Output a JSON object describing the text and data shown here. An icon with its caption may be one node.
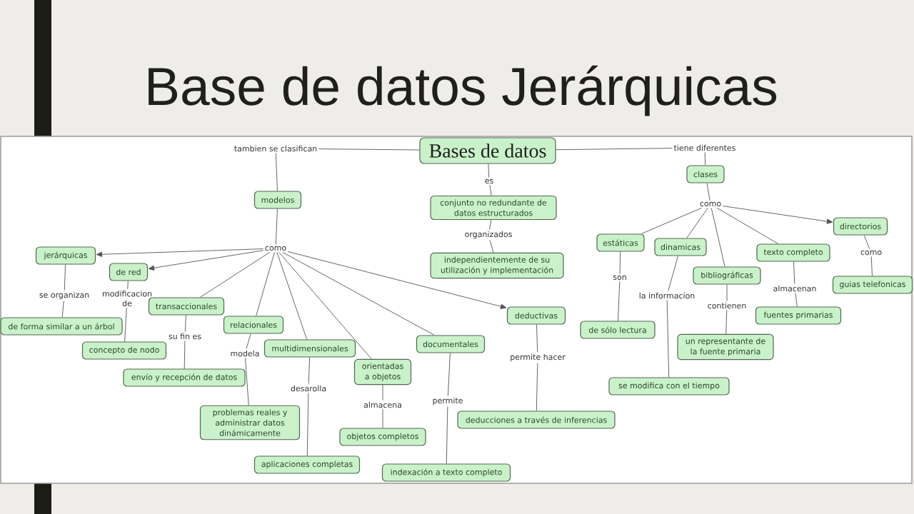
{
  "diagram": {
    "title": "Base de datos Jerárquicas",
    "nodes": [
      {
        "text": [
          "Bases de datos"
        ]
      },
      {
        "text": [
          "tambien se clasifican"
        ]
      },
      {
        "text": [
          "tiene diferentes"
        ]
      },
      {
        "text": [
          "clases"
        ]
      },
      {
        "text": [
          "es"
        ]
      },
      {
        "text": [
          "modelos"
        ]
      },
      {
        "text": [
          "conjunto no redundante de datos estructurados"
        ]
      },
      {
        "text": [
          "como"
        ]
      },
      {
        "text": [
          "directorios"
        ]
      },
      {
        "text": [
          "organizados"
        ]
      },
      {
        "text": [
          "estáticas"
        ]
      },
      {
        "text": [
          "dinamicas"
        ]
      },
      {
        "text": [
          "texto completo"
        ]
      },
      {
        "text": [
          "como"
        ]
      },
      {
        "text": [
          "jerárquicas"
        ]
      },
      {
        "text": [
          "independientemente de su utilización y implementación"
        ]
      },
      {
        "text": [
          "como"
        ]
      },
      {
        "text": [
          "de red"
        ]
      },
      {
        "text": [
          "bibliográficas"
        ]
      },
      {
        "text": [
          "son"
        ]
      },
      {
        "text": [
          "modificacion de"
        ]
      },
      {
        "text": [
          "se organizan"
        ]
      },
      {
        "text": [
          "la informacion"
        ]
      },
      {
        "text": [
          "guias telefonicas"
        ]
      },
      {
        "text": [
          "almacenan"
        ]
      },
      {
        "text": [
          "transaccionales"
        ]
      },
      {
        "text": [
          "contienen"
        ]
      },
      {
        "text": [
          "deductivas"
        ]
      },
      {
        "text": [
          "fuentes primarias"
        ]
      },
      {
        "text": [
          "relacionales"
        ]
      },
      {
        "text": [
          "de forma similar a un árbol"
        ]
      },
      {
        "text": [
          "de sólo lectura"
        ]
      },
      {
        "text": [
          "su fin es"
        ]
      },
      {
        "text": [
          "multidimensionales"
        ]
      },
      {
        "text": [
          "documentales"
        ]
      },
      {
        "text": [
          "concepto de nodo"
        ]
      },
      {
        "text": [
          "un representante de la fuente primaria"
        ]
      },
      {
        "text": [
          "modela"
        ]
      },
      {
        "text": [
          "permite hacer"
        ]
      },
      {
        "text": [
          "orientadas a objetos"
        ]
      },
      {
        "text": [
          "envío y recepción de datos"
        ]
      },
      {
        "text": [
          "se modifica con el tiempo"
        ]
      },
      {
        "text": [
          "desarolla"
        ]
      },
      {
        "text": [
          "permite"
        ]
      },
      {
        "text": [
          "almacena"
        ]
      },
      {
        "text": [
          "problemas reales y administrar datos dinámicamente"
        ]
      },
      {
        "text": [
          "deducciones a través de inferencias"
        ]
      },
      {
        "text": [
          "objetos completos"
        ]
      },
      {
        "text": [
          "aplicaciones completas"
        ]
      },
      {
        "text": [
          "indexación a texto completo"
        ]
      }
    ],
    "edges": [
      {
        "from": 0,
        "to": 1,
        "arrow": "none"
      },
      {
        "from": 1,
        "to": 5,
        "arrow": "none"
      },
      {
        "from": 0,
        "to": 2,
        "arrow": "none"
      },
      {
        "from": 2,
        "to": 3,
        "arrow": "none"
      },
      {
        "from": 0,
        "to": 4,
        "arrow": "none"
      },
      {
        "from": 4,
        "to": 6,
        "arrow": "none"
      },
      {
        "from": 6,
        "to": 9,
        "arrow": "none"
      },
      {
        "from": 9,
        "to": 15,
        "arrow": "none"
      },
      {
        "from": 5,
        "to": 13,
        "arrow": "none"
      },
      {
        "from": 13,
        "to": 14,
        "arrow": "to"
      },
      {
        "from": 13,
        "to": 17,
        "arrow": "to"
      },
      {
        "from": 13,
        "to": 25,
        "arrow": "none"
      },
      {
        "from": 13,
        "to": 29,
        "arrow": "none"
      },
      {
        "from": 13,
        "to": 33,
        "arrow": "none"
      },
      {
        "from": 13,
        "to": 39,
        "arrow": "none"
      },
      {
        "from": 13,
        "to": 34,
        "arrow": "none"
      },
      {
        "from": 13,
        "to": 27,
        "arrow": "to"
      },
      {
        "from": 14,
        "to": 21,
        "arrow": "none"
      },
      {
        "from": 21,
        "to": 30,
        "arrow": "none"
      },
      {
        "from": 17,
        "to": 20,
        "arrow": "none"
      },
      {
        "from": 20,
        "to": 35,
        "arrow": "none"
      },
      {
        "from": 25,
        "to": 32,
        "arrow": "none"
      },
      {
        "from": 32,
        "to": 40,
        "arrow": "none"
      },
      {
        "from": 29,
        "to": 37,
        "arrow": "none"
      },
      {
        "from": 37,
        "to": 45,
        "arrow": "none"
      },
      {
        "from": 33,
        "to": 42,
        "arrow": "none"
      },
      {
        "from": 42,
        "to": 48,
        "arrow": "none"
      },
      {
        "from": 39,
        "to": 44,
        "arrow": "none"
      },
      {
        "from": 44,
        "to": 47,
        "arrow": "none"
      },
      {
        "from": 34,
        "to": 43,
        "arrow": "none"
      },
      {
        "from": 43,
        "to": 49,
        "arrow": "none"
      },
      {
        "from": 27,
        "to": 38,
        "arrow": "none"
      },
      {
        "from": 38,
        "to": 46,
        "arrow": "none"
      },
      {
        "from": 3,
        "to": 7,
        "arrow": "none"
      },
      {
        "from": 7,
        "to": 10,
        "arrow": "none"
      },
      {
        "from": 7,
        "to": 11,
        "arrow": "none"
      },
      {
        "from": 7,
        "to": 18,
        "arrow": "none"
      },
      {
        "from": 7,
        "to": 12,
        "arrow": "none"
      },
      {
        "from": 7,
        "to": 8,
        "arrow": "to"
      },
      {
        "from": 10,
        "to": 19,
        "arrow": "none"
      },
      {
        "from": 19,
        "to": 31,
        "arrow": "none"
      },
      {
        "from": 11,
        "to": 22,
        "arrow": "none"
      },
      {
        "from": 22,
        "to": 41,
        "arrow": "none"
      },
      {
        "from": 18,
        "to": 26,
        "arrow": "none"
      },
      {
        "from": 26,
        "to": 36,
        "arrow": "none"
      },
      {
        "from": 12,
        "to": 24,
        "arrow": "none"
      },
      {
        "from": 24,
        "to": 28,
        "arrow": "none"
      },
      {
        "from": 8,
        "to": 16,
        "arrow": "none"
      },
      {
        "from": 16,
        "to": 23,
        "arrow": "none"
      }
    ]
  }
}
